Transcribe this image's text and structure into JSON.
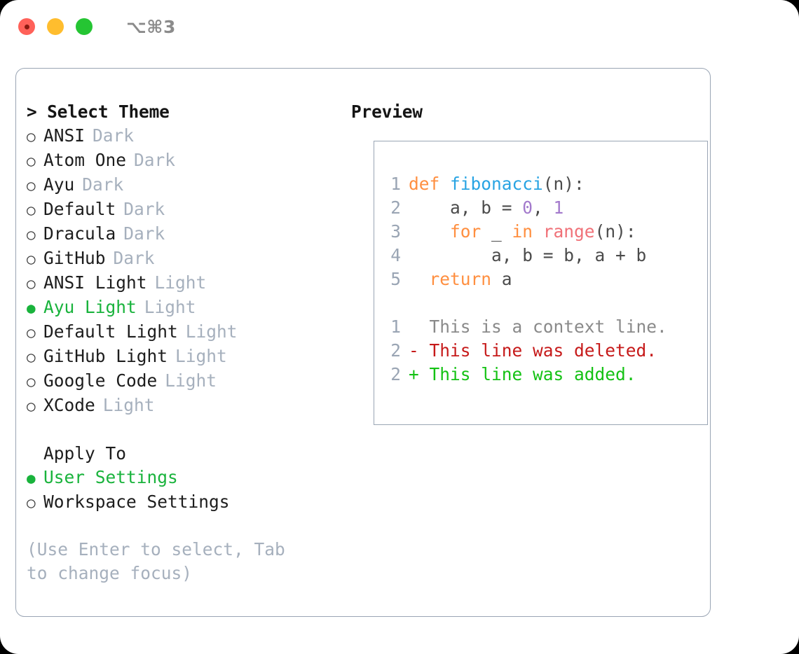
{
  "window": {
    "shortcut": "⌥⌘3",
    "traffic_lights": [
      "close-red",
      "minimize-yellow",
      "maximize-green"
    ]
  },
  "theme_panel": {
    "heading": "> Select Theme",
    "items": [
      {
        "marker": "○",
        "name": "ANSI",
        "badge": "Dark",
        "selected": false
      },
      {
        "marker": "○",
        "name": "Atom One",
        "badge": "Dark",
        "selected": false
      },
      {
        "marker": "○",
        "name": "Ayu",
        "badge": "Dark",
        "selected": false
      },
      {
        "marker": "○",
        "name": "Default",
        "badge": "Dark",
        "selected": false
      },
      {
        "marker": "○",
        "name": "Dracula",
        "badge": "Dark",
        "selected": false
      },
      {
        "marker": "○",
        "name": "GitHub",
        "badge": "Dark",
        "selected": false
      },
      {
        "marker": "○",
        "name": "ANSI Light",
        "badge": "Light",
        "selected": false
      },
      {
        "marker": "●",
        "name": "Ayu Light",
        "badge": "Light",
        "selected": true
      },
      {
        "marker": "○",
        "name": "Default Light",
        "badge": "Light",
        "selected": false
      },
      {
        "marker": "○",
        "name": "GitHub Light",
        "badge": "Light",
        "selected": false
      },
      {
        "marker": "○",
        "name": "Google Code",
        "badge": "Light",
        "selected": false
      },
      {
        "marker": "○",
        "name": "XCode",
        "badge": "Light",
        "selected": false
      }
    ]
  },
  "apply_to": {
    "heading": "Apply To",
    "options": [
      {
        "marker": "●",
        "name": "User Settings",
        "selected": true
      },
      {
        "marker": "○",
        "name": "Workspace Settings",
        "selected": false
      }
    ]
  },
  "hint": "(Use Enter to select, Tab to change focus)",
  "preview": {
    "heading": "Preview",
    "code_lines": [
      {
        "num": "1",
        "tokens": [
          {
            "t": "def ",
            "c": "kw"
          },
          {
            "t": "fibonacci",
            "c": "fn"
          },
          {
            "t": "(n):",
            "c": "punc"
          }
        ]
      },
      {
        "num": "2",
        "tokens": [
          {
            "t": "    a, b = ",
            "c": "txt"
          },
          {
            "t": "0",
            "c": "num"
          },
          {
            "t": ", ",
            "c": "txt"
          },
          {
            "t": "1",
            "c": "num"
          }
        ]
      },
      {
        "num": "3",
        "tokens": [
          {
            "t": "    for ",
            "c": "kw"
          },
          {
            "t": "_ ",
            "c": "txt"
          },
          {
            "t": "in ",
            "c": "kw"
          },
          {
            "t": "range",
            "c": "call"
          },
          {
            "t": "(n):",
            "c": "punc"
          }
        ]
      },
      {
        "num": "4",
        "tokens": [
          {
            "t": "        a, b = b, a + b",
            "c": "txt"
          }
        ]
      },
      {
        "num": "5",
        "tokens": [
          {
            "t": "  return ",
            "c": "kw"
          },
          {
            "t": "a",
            "c": "txt"
          }
        ]
      }
    ],
    "diff_lines": [
      {
        "num": "1",
        "marker": " ",
        "text": " This is a context line.",
        "kind": "ctx"
      },
      {
        "num": "2",
        "marker": "-",
        "text": " This line was deleted.",
        "kind": "del"
      },
      {
        "num": "2",
        "marker": "+",
        "text": " This line was added.",
        "kind": "add"
      }
    ]
  },
  "colors": {
    "accent_green": "#19b33c",
    "muted": "#a6b0bd",
    "border": "#9aa5b4",
    "kw_orange": "#ff8f40",
    "fn_blue": "#29a4e3",
    "num_purple": "#a37acc",
    "call_red": "#f07178",
    "diff_del": "#c61a1a",
    "diff_add": "#14c214"
  }
}
